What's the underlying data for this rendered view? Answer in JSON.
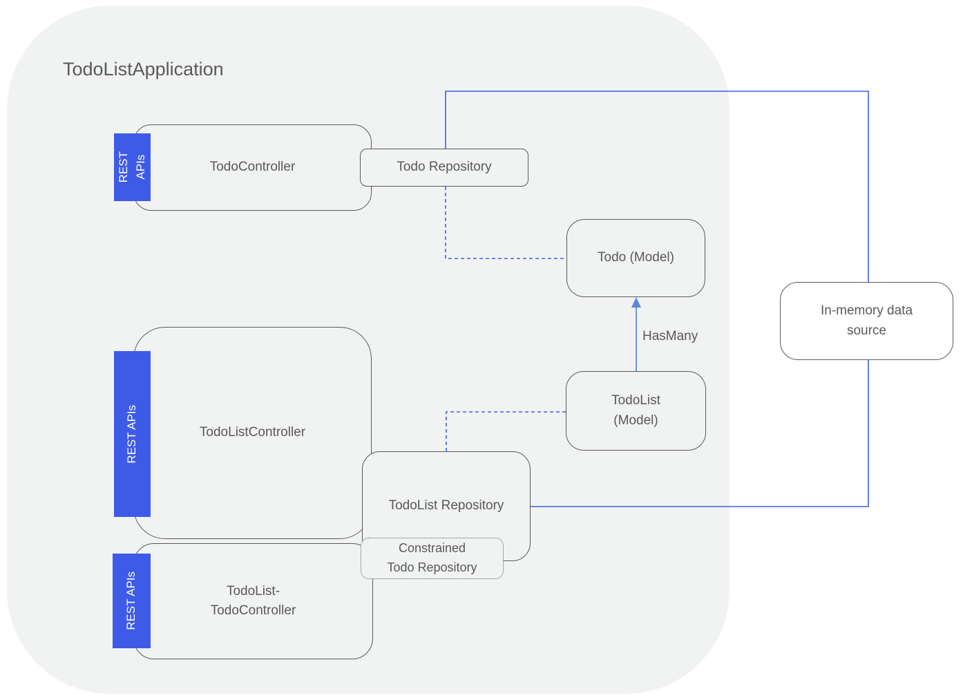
{
  "title": "TodoListApplication",
  "colors": {
    "connector_blue": "#3D5FE8",
    "tag_blue": "#3E5BE8",
    "hasmany_arrow_blue": "#5B8BD5",
    "shape_border_gray": "#595959",
    "boundary_fill_gray": "#F1F2F2",
    "text_gray": "#595959"
  },
  "nodes": {
    "todo_controller": {
      "label": "TodoController",
      "tag": "REST APIs"
    },
    "todo_repository": {
      "label": "Todo Repository"
    },
    "todo_model": {
      "label": "Todo (Model)"
    },
    "in_memory_datasource": {
      "label": "In-memory data\nsource"
    },
    "todolist_model": {
      "label": "TodoList\n(Model)"
    },
    "todolist_controller": {
      "label": "TodoListController",
      "tag": "REST APIs"
    },
    "todolist_repository": {
      "label": "TodoList Repository"
    },
    "constrained_todo_repository": {
      "label": "Constrained\nTodo Repository"
    },
    "todolist_todo_controller": {
      "label": "TodoList-\nTodoController",
      "tag": "REST APIs"
    }
  },
  "edges": {
    "hasmany": {
      "label": "HasMany"
    }
  }
}
